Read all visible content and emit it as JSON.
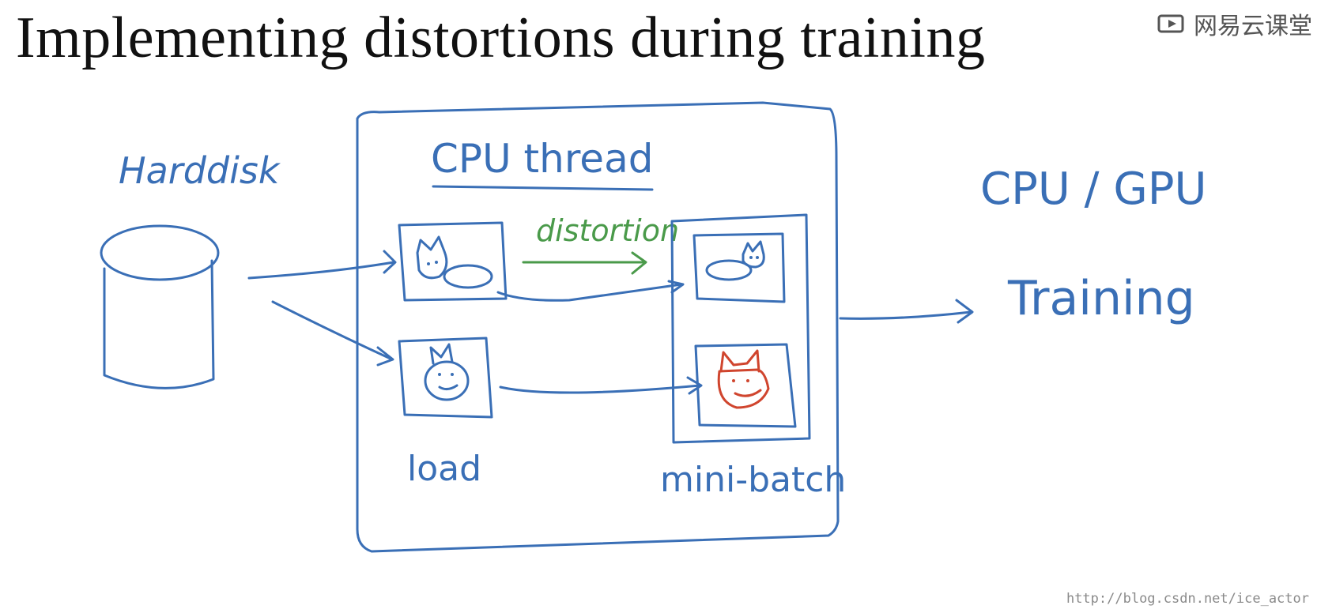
{
  "title": "Implementing distortions during training",
  "watermark": {
    "logo_text": "网易云课堂",
    "url": "http://blog.csdn.net/ice_actor"
  },
  "labels": {
    "harddisk": "Harddisk",
    "cpu_thread": "CPU thread",
    "distortion": "distortion",
    "load": "load",
    "mini_batch": "mini-batch",
    "cpu_gpu": "CPU / GPU",
    "training": "Training"
  },
  "colors": {
    "ink_blue": "#3a6fb6",
    "ink_green": "#4a9a4a",
    "ink_red": "#d0452e"
  },
  "icons": [
    "cylinder-icon",
    "cat-sketch-icon"
  ]
}
